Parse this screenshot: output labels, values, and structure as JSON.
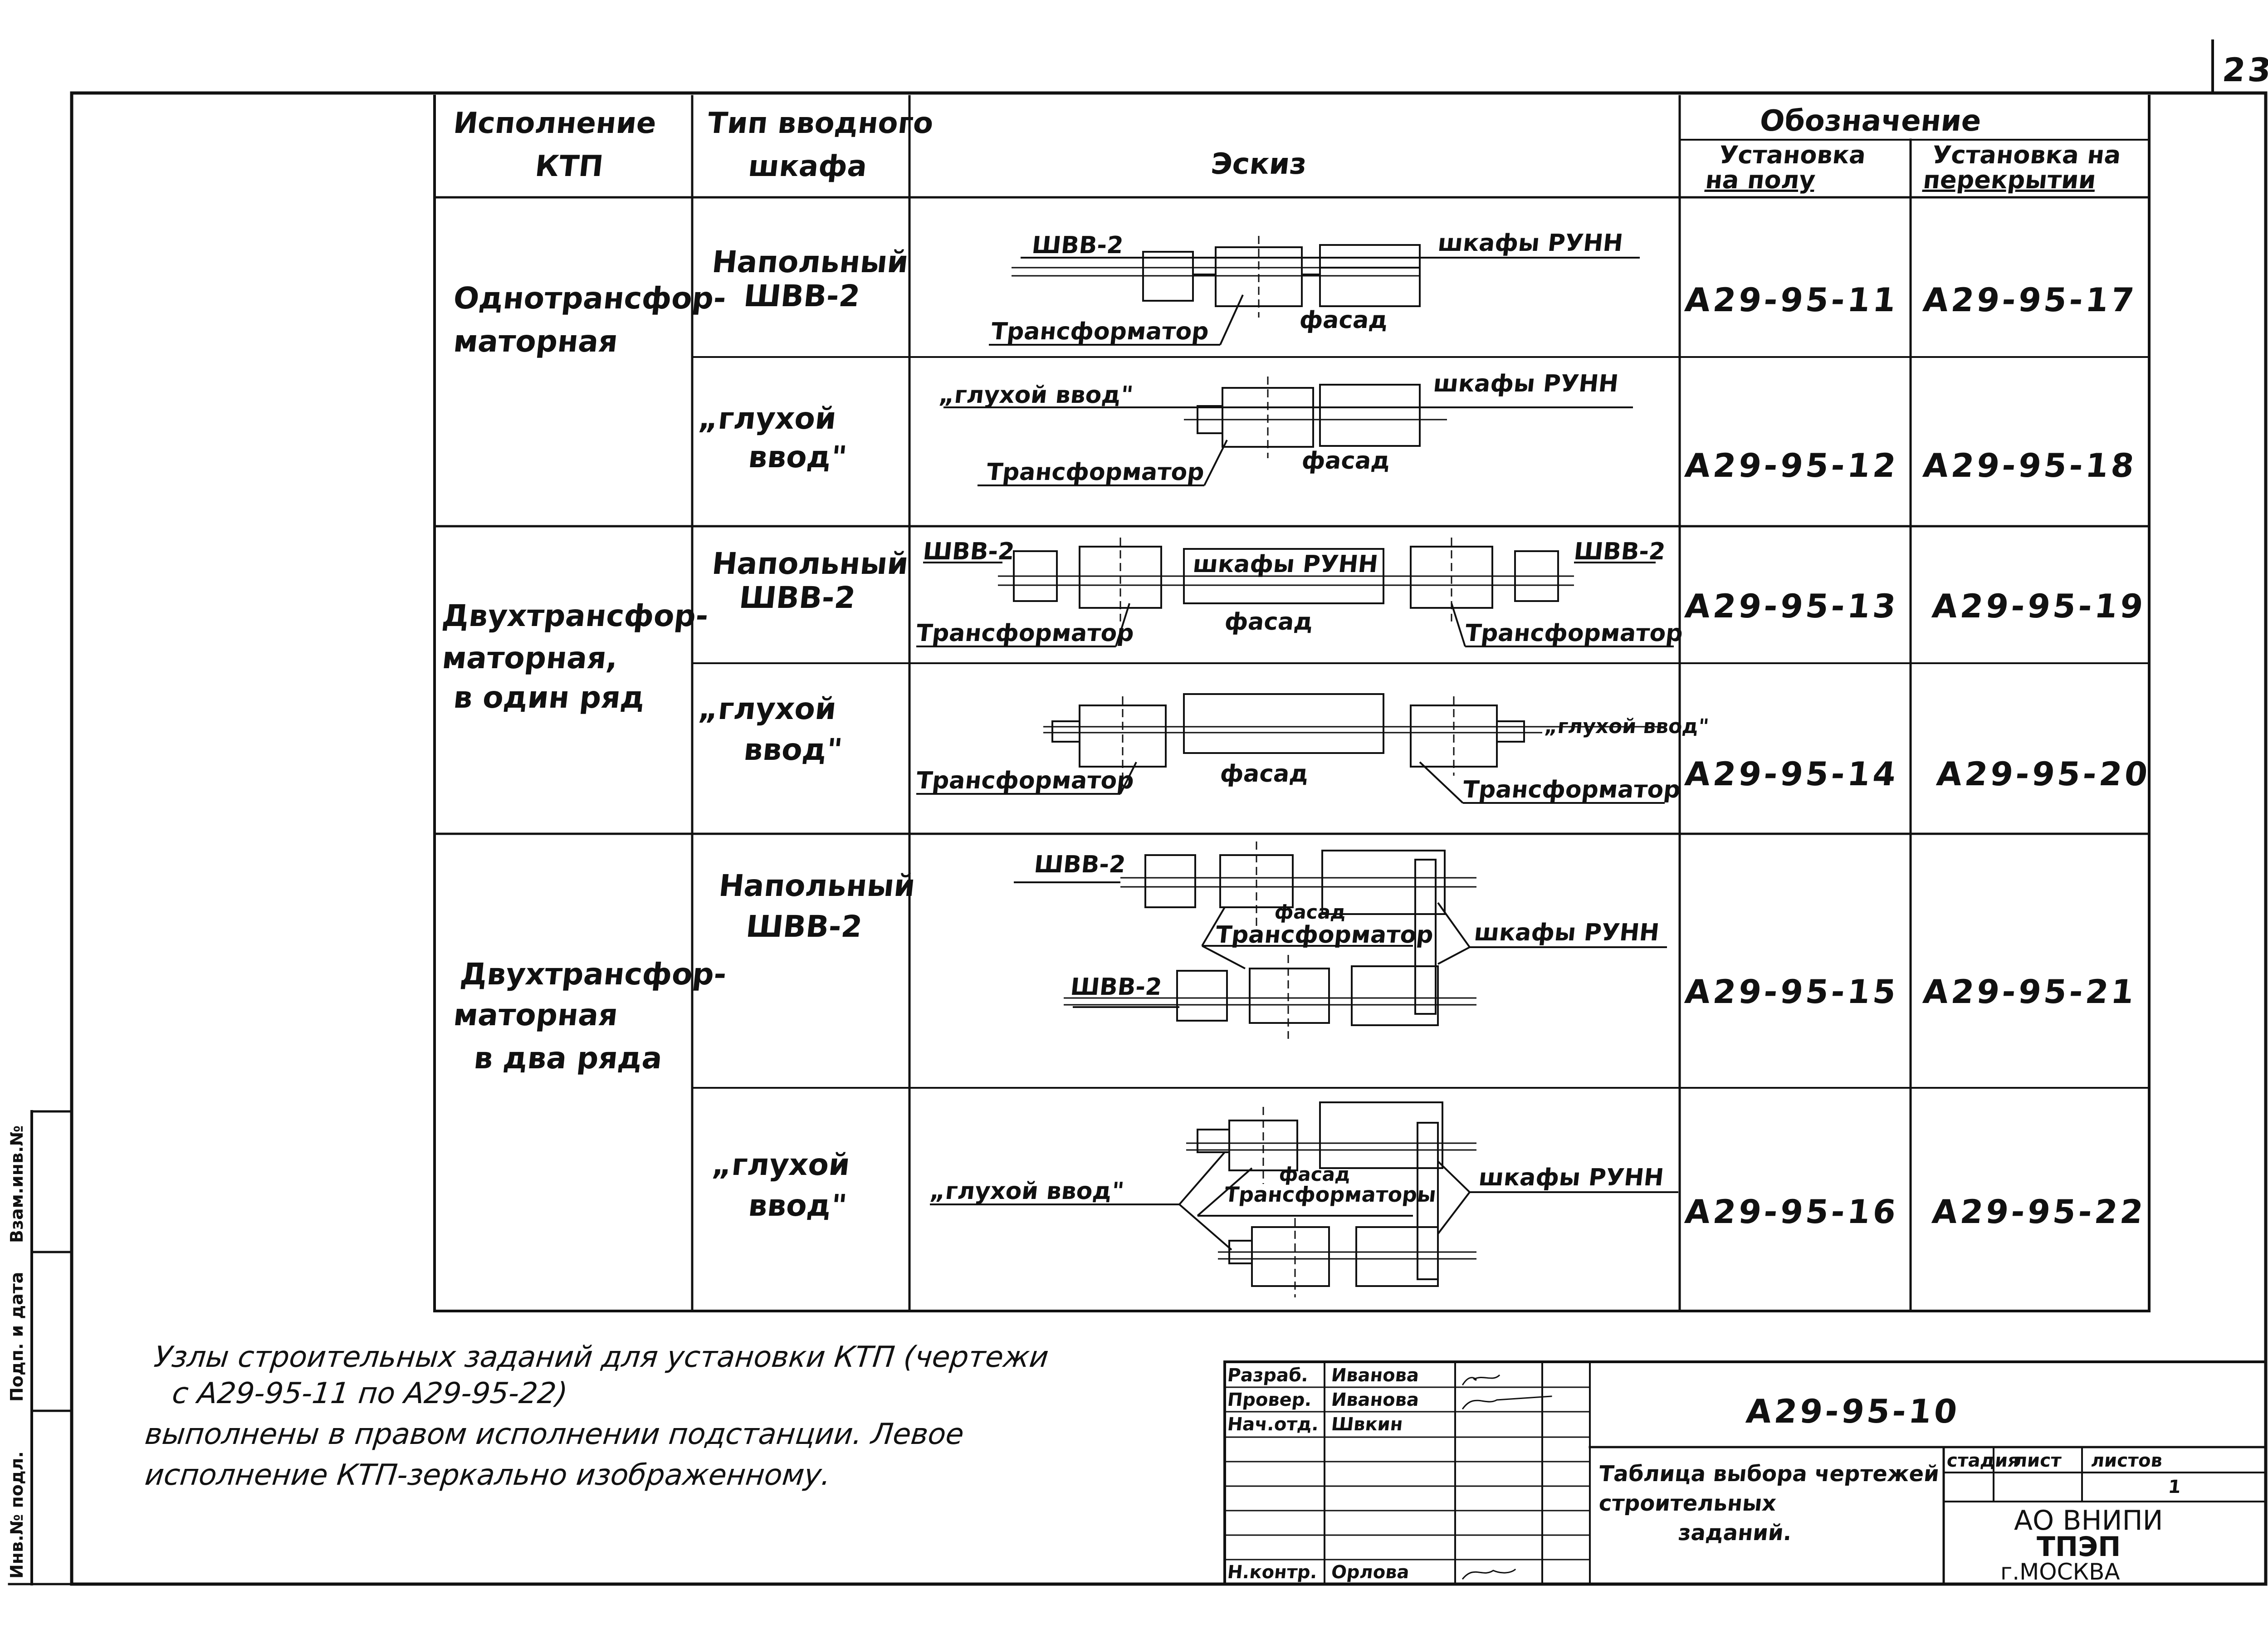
{
  "sheet_number": "23",
  "table": {
    "headers": {
      "col1_line1": "Исполнение",
      "col1_line2": "КТП",
      "col2_line1": "Тип вводного",
      "col2_line2": "шкафа",
      "col3": "Эскиз",
      "col4": "Обозначение",
      "col4a_line1": "Установка",
      "col4a_line2": "на полу",
      "col4b_line1": "Установка на",
      "col4b_line2": "перекрытии"
    },
    "groups": [
      {
        "l1": "Однотрансфор-",
        "l2": "маторная",
        "l3": ""
      },
      {
        "l1": "Двухтрансфор-",
        "l2": "маторная,",
        "l3": "в один ряд"
      },
      {
        "l1": "Двухтрансфор-",
        "l2": "маторная",
        "l3": "в два ряда"
      }
    ],
    "rows": [
      {
        "type_l1": "Напольный",
        "type_l2": "ШВВ-2",
        "floor": "А29-95-11",
        "ceiling": "А29-95-17"
      },
      {
        "type_l1": "„глухой",
        "type_l2": "ввод\"",
        "floor": "А29-95-12",
        "ceiling": "А29-95-18"
      },
      {
        "type_l1": "Напольный",
        "type_l2": "ШВВ-2",
        "floor": "А29-95-13",
        "ceiling": "А29-95-19"
      },
      {
        "type_l1": "„глухой",
        "type_l2": "ввод\"",
        "floor": "А29-95-14",
        "ceiling": "А29-95-20"
      },
      {
        "type_l1": "Напольный",
        "type_l2": "ШВВ-2",
        "floor": "А29-95-15",
        "ceiling": "А29-95-21"
      },
      {
        "type_l1": "„глухой",
        "type_l2": "ввод\"",
        "floor": "А29-95-16",
        "ceiling": "А29-95-22"
      }
    ],
    "sketch_labels": {
      "shvv": "ШВВ-2",
      "cabinets": "шкафы РУНН",
      "transformer": "Трансформатор",
      "transformers": "Трансформаторы",
      "facade": "фасад",
      "dead_input": "„глухой ввод\""
    }
  },
  "note": {
    "line1": "Узлы строительных заданий для установки КТП (чертежи",
    "line2": "с А29-95-11 по А29-95-22)",
    "line3": "выполнены в правом исполнении подстанции. Левое",
    "line4": "исполнение КТП-зеркально изображенному."
  },
  "title_block": {
    "roles": [
      "Разраб.",
      "Провер.",
      "Нач.отд.",
      "Н.контр."
    ],
    "names": [
      "Иванова",
      "Иванова",
      "Швкин",
      "Орлова"
    ],
    "doc_code": "А29-95-10",
    "title_l1": "Таблица выбора чертежей",
    "title_l2": "строительных",
    "title_l3": "заданий.",
    "stage_label": "стадия",
    "sheet_label": "лист",
    "sheets_label": "листов",
    "sheets_value": "1",
    "org_l1": "АО ВНИПИ",
    "org_l2": "ТПЭП",
    "org_l3": "г.МОСКВА"
  },
  "side_stamp": {
    "inv_original": "Инв.№ подл.",
    "signature_date": "Подп. и дата",
    "replaced_inv": "Взам.инв.№"
  }
}
